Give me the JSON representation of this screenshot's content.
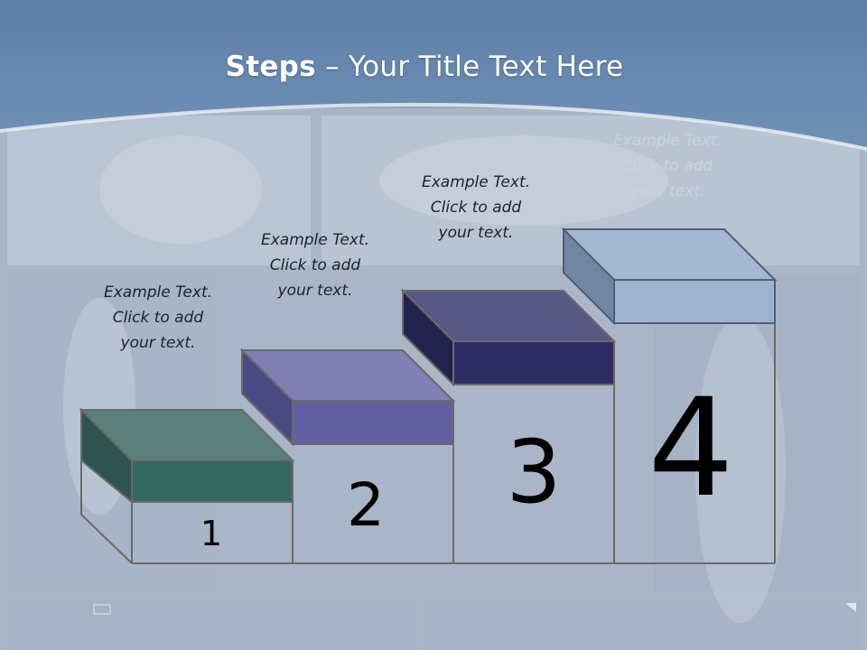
{
  "title": {
    "bold": "Steps",
    "rest": " – Your Title Text Here"
  },
  "steps": [
    {
      "number": "1",
      "caption": [
        "Example Text.",
        "Click  to add",
        "your text."
      ],
      "color": "#3a6e68"
    },
    {
      "number": "2",
      "caption": [
        "Example Text.",
        "Click  to add",
        "your text."
      ],
      "color": "#6d6aa5"
    },
    {
      "number": "3",
      "caption": [
        "Example Text.",
        "Click  to add",
        "your text."
      ],
      "color": "#353268"
    },
    {
      "number": "4",
      "caption": [
        "Example Text.",
        "Click  to add",
        "your text."
      ],
      "color": "#9fb6d2"
    }
  ],
  "colors": {
    "header": "#5c7ea6",
    "panel": "#b4c1d1",
    "outline": "#666666"
  }
}
